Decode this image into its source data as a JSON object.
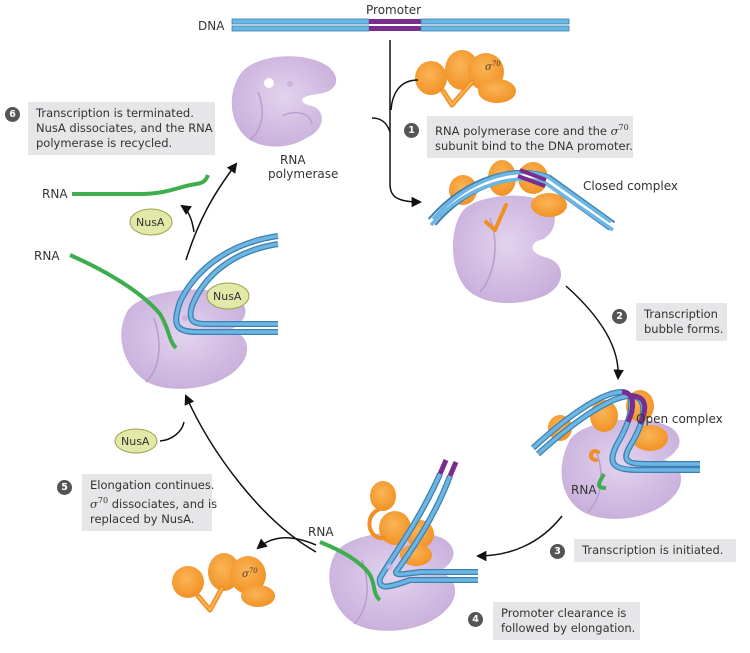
{
  "title": "Bacterial transcription cycle with RNA polymerase, sigma70 and NusA",
  "colors": {
    "dna": "#6cb6e3",
    "dna_outline": "#3d7fae",
    "promoter": "#7b2d8e",
    "polymerase": "#d9c6e6",
    "polymerase_shade": "#c4a8d8",
    "sigma": "#f7a23e",
    "rna": "#3ead4e",
    "nusa": "#e2e8a8",
    "nusa_outline": "#9aa04a",
    "step_box": "#e6e6e8",
    "step_badge": "#555555",
    "arrow": "#111111"
  },
  "labels": {
    "dna": "DNA",
    "promoter": "Promoter",
    "sigma": "σ",
    "sigma_sup": "70",
    "rna_polymerase_line1": "RNA",
    "rna_polymerase_line2": "polymerase",
    "closed_complex": "Closed complex",
    "open_complex": "Open complex",
    "rna": "RNA",
    "nusa": "NusA"
  },
  "steps": [
    {
      "number": "1",
      "lines": [
        "RNA polymerase core and the",
        "subunit bind to the DNA promoter."
      ],
      "sigma_inline": true
    },
    {
      "number": "2",
      "lines": [
        "Transcription",
        "bubble forms."
      ]
    },
    {
      "number": "3",
      "lines": [
        "Transcription is initiated."
      ]
    },
    {
      "number": "4",
      "lines": [
        "Promoter clearance is",
        "followed by elongation."
      ]
    },
    {
      "number": "5",
      "lines": [
        "Elongation continues.",
        "dissociates, and is",
        "replaced by NusA."
      ],
      "sigma_inline": true
    },
    {
      "number": "6",
      "lines": [
        "Transcription is terminated.",
        "NusA dissociates, and the RNA",
        "polymerase is recycled."
      ]
    }
  ]
}
